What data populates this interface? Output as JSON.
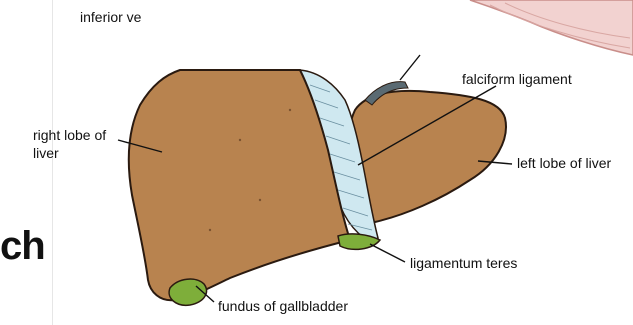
{
  "slide": {
    "partial_word": "ch"
  },
  "figure": {
    "labels": {
      "top_cut": "inferior ve",
      "falciform": "falciform ligament",
      "right_lobe_line1": "right lobe of",
      "right_lobe_line2": "liver",
      "left_lobe": "left lobe of liver",
      "ligamentum_teres": "ligamentum teres",
      "gallbladder": "fundus of gallbladder"
    },
    "colors": {
      "liver_fill": "#b8834f",
      "liver_stroke": "#2a1a10",
      "ligament_fill": "#cfe8f0",
      "gallbladder_fill": "#7eae3a",
      "diaphragm_fill": "#f2d2d0"
    }
  }
}
